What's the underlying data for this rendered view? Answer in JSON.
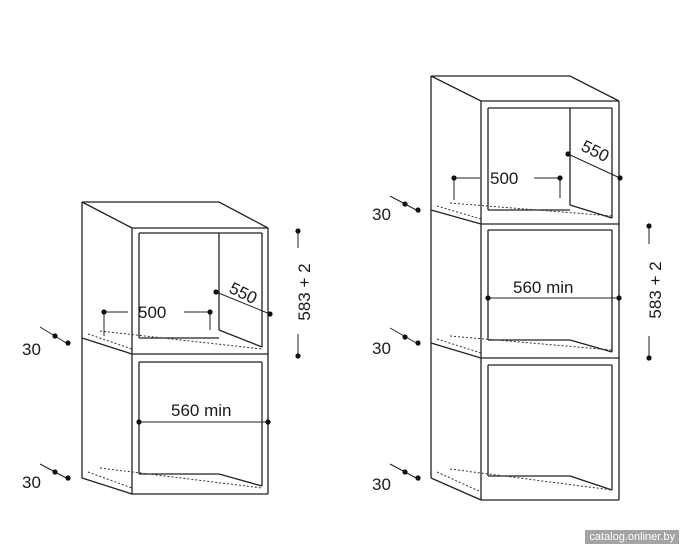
{
  "left_unit": {
    "depth_label": "550",
    "width_label": "500",
    "niche_label": "560 min",
    "height_label": "583 + 2",
    "gap_top_label": "30",
    "gap_bottom_label": "30"
  },
  "right_unit": {
    "depth_label": "550",
    "width_label": "500",
    "niche_label": "560 min",
    "height_label": "583 + 2",
    "gap_top_label": "30",
    "gap_mid_label": "30",
    "gap_bottom_label": "30"
  },
  "watermark": "catalog.onliner.by"
}
